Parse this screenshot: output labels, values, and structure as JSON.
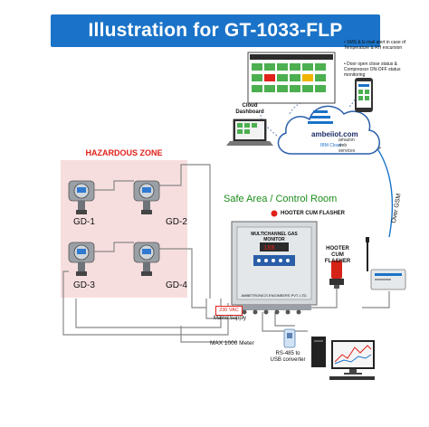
{
  "title": "Illustration for GT-1033-FLP",
  "hazardous_zone": {
    "label": "HAZARDOUS ZONE",
    "detectors": [
      "GD-1",
      "GD-2",
      "GD-3",
      "GD-4"
    ]
  },
  "safe_area": {
    "label": "Safe Area / Control Room",
    "flasher_label": "HOOTER CUM FLASHER",
    "flasher_side_label": [
      "HOOTER",
      "CUM FLASHER"
    ],
    "controller_name": "MULTICHANNEL GAS MONITOR",
    "controller_maker": "AMBETRONICS ENGINEERS PVT. LTD.",
    "power_box": "230 VAC",
    "power_label": "Mains Supply",
    "cable_label": "MAX 1000 Meter"
  },
  "cloud": {
    "brand": "ambeiiot.com",
    "ibm": "IBM Cloud",
    "amazon": "amazon web services",
    "dashboard_label": [
      "Cloud",
      "Dashboard"
    ],
    "gsm_label": "Over GSM"
  },
  "features": [
    "SMS & E-mail alert in case of Temperature & RH excursion",
    "Door open close status & Compressor ON-OFF status monitoring"
  ],
  "converter_label": [
    "RS-485 to",
    "USB converter"
  ],
  "colors": {
    "title_bg": "#1a73c8",
    "hazard_bg": "#f7dede",
    "hazard_text": "#e0211a",
    "safe_text": "#1c8c1c"
  }
}
